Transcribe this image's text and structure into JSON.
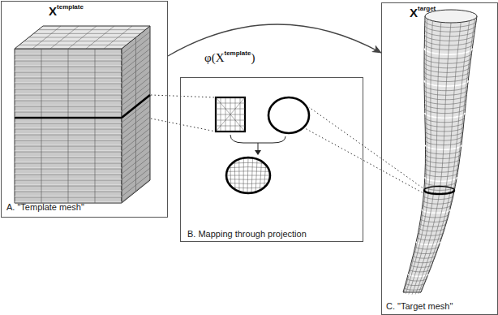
{
  "diagram": {
    "nodes": [
      {
        "text": [
          "X",
          "template",
          "A. \"Template mesh\""
        ]
      },
      {
        "text": [
          "B. Mapping through projection"
        ]
      },
      {
        "text": [
          "X",
          "target",
          "C. \"Target mesh\""
        ]
      }
    ],
    "edges": [
      {
        "from": 0,
        "to": 2,
        "arrow": "to"
      }
    ],
    "labels": [
      "φ(X",
      "template",
      ")"
    ]
  }
}
